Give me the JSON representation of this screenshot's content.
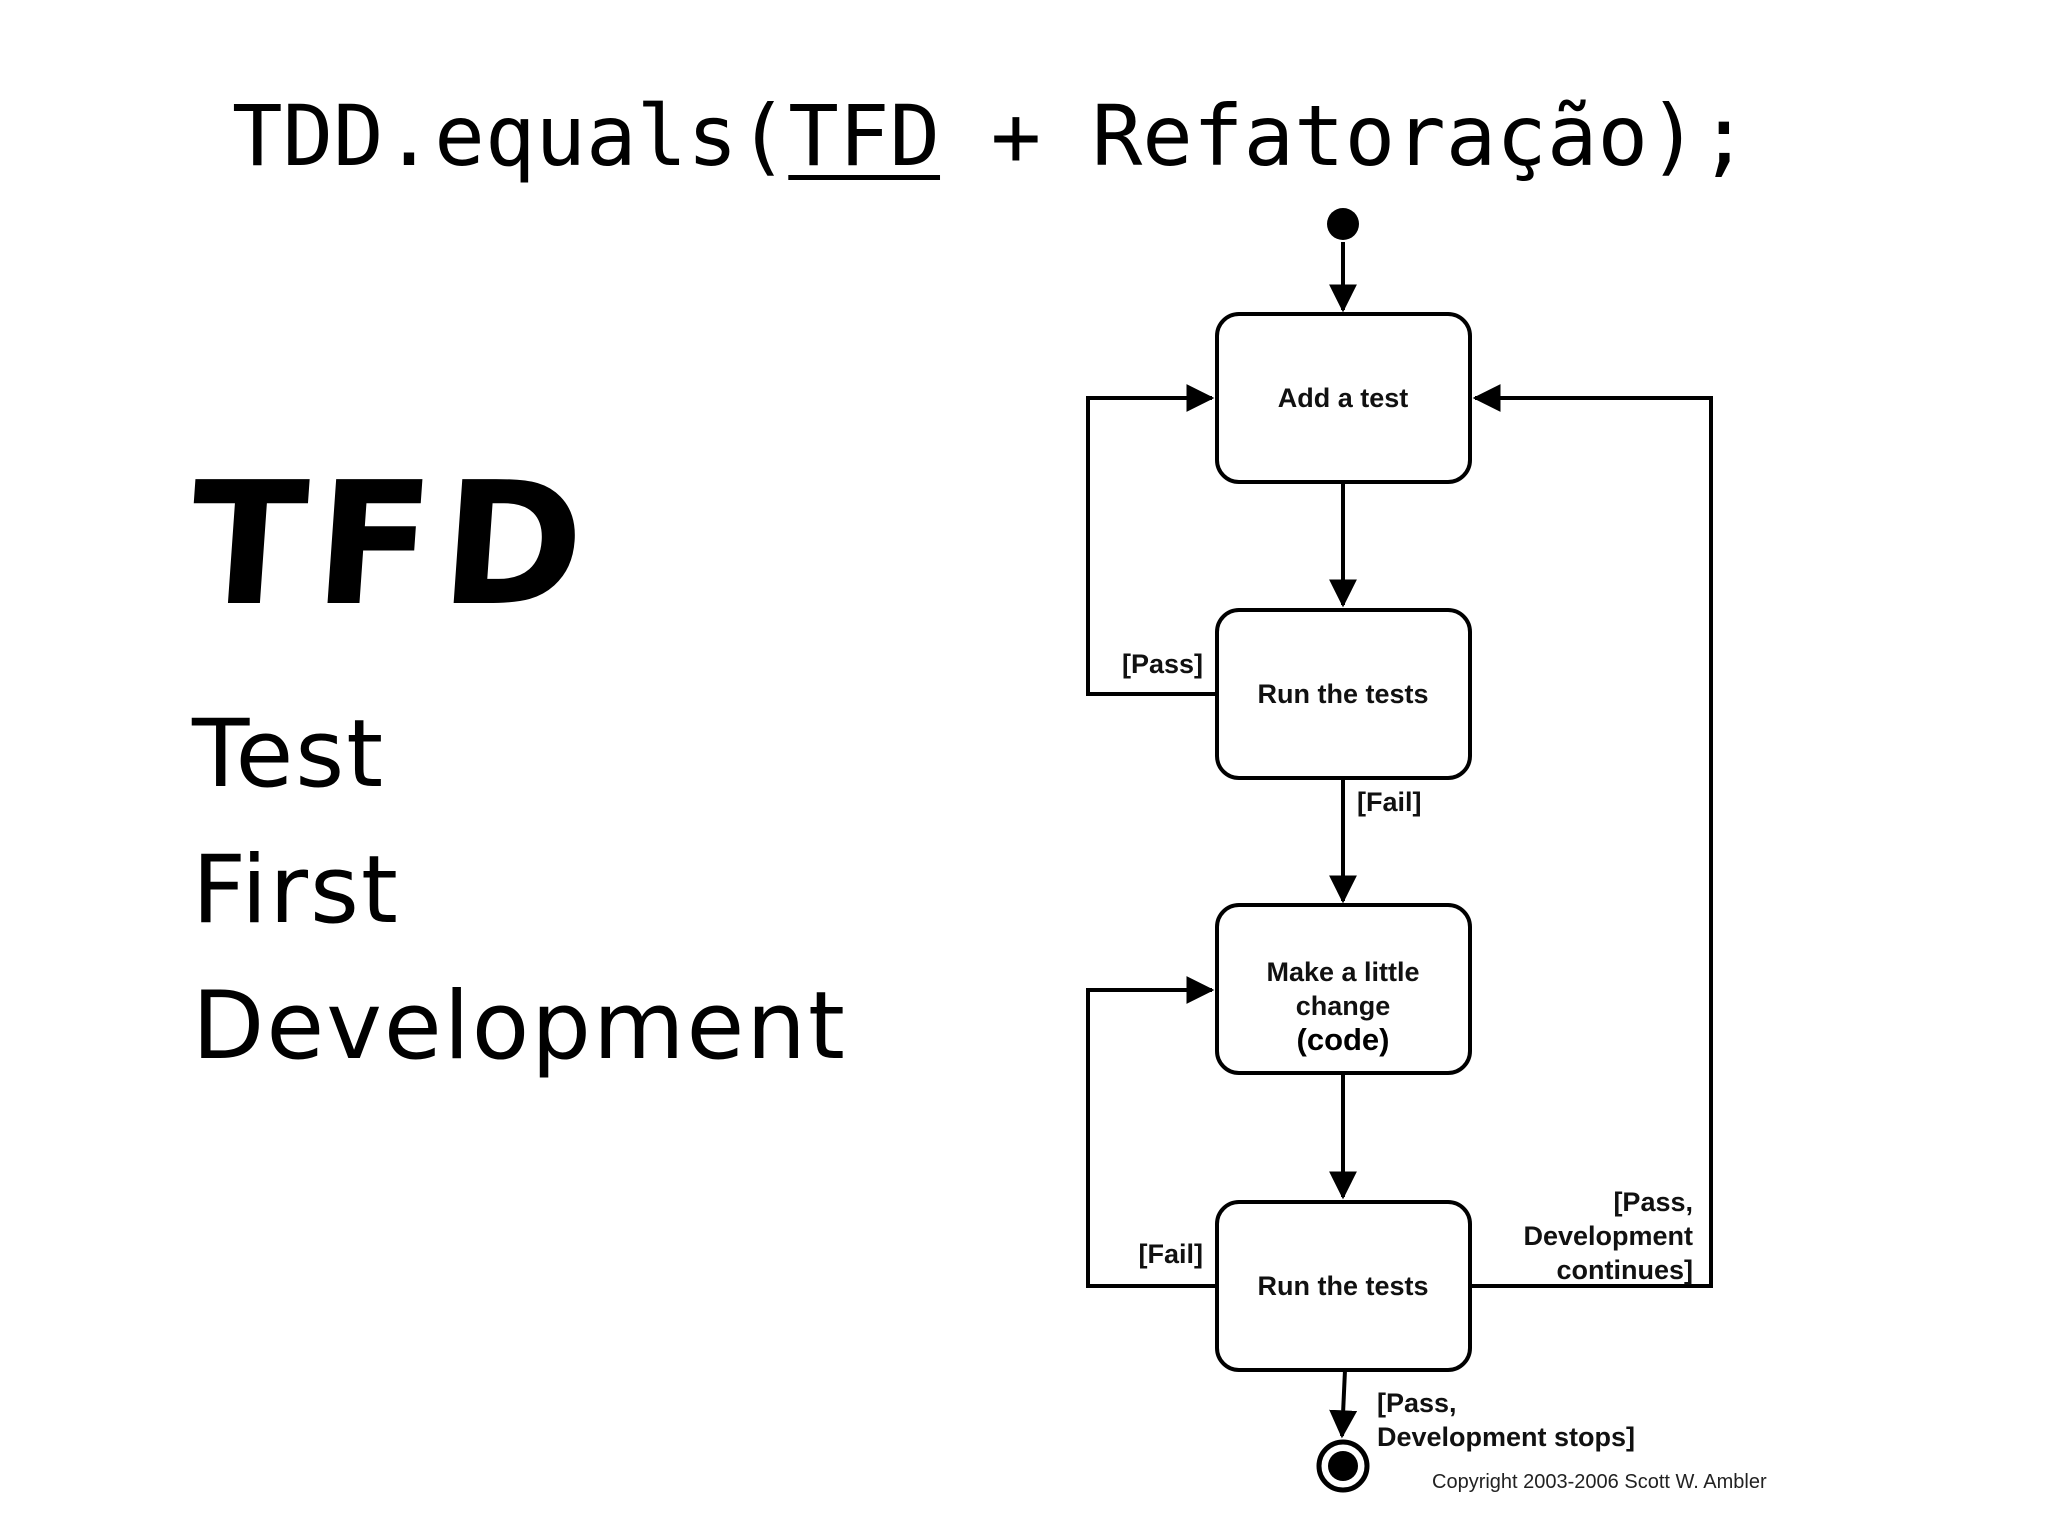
{
  "title": {
    "prefix": "TDD.equals(",
    "underlined": "TFD",
    "suffix": " + Refatoração);"
  },
  "acronym": {
    "heading": "TFD",
    "expansion": [
      "Test",
      "First",
      "Development"
    ]
  },
  "diagram": {
    "nodes": {
      "add_test": "Add a test",
      "run_tests_1": "Run the tests",
      "make_change_line1": "Make a little",
      "make_change_line2": "change",
      "make_change_line3": "(code)",
      "run_tests_2": "Run the tests"
    },
    "edges": {
      "pass_1": "[Pass]",
      "fail_1": "[Fail]",
      "fail_2": "[Fail]",
      "pass_continue_line1": "[Pass,",
      "pass_continue_line2": "Development",
      "pass_continue_line3": "continues]",
      "pass_stop_line1": "[Pass,",
      "pass_stop_line2": "Development stops]"
    },
    "copyright": "Copyright 2003-2006 Scott W. Ambler"
  }
}
